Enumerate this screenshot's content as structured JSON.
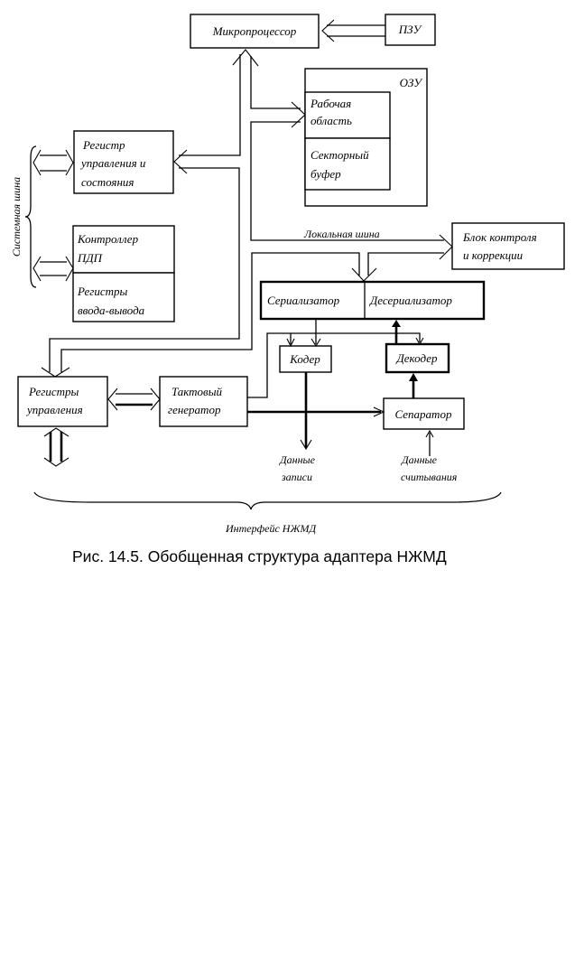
{
  "diagram": {
    "microprocessor": [
      "Микропроцессор"
    ],
    "rom": [
      "ПЗУ"
    ],
    "ram": {
      "title": "ОЗУ",
      "work_area": [
        "Рабочая",
        "область"
      ],
      "sector_buffer": [
        "Секторный",
        "буфер"
      ]
    },
    "control_status_register": [
      "Регистр",
      "управления и",
      "состояния"
    ],
    "dma_controller": [
      "Контроллер",
      "ПДП"
    ],
    "io_registers": [
      "Регистры",
      "ввода-вывода"
    ],
    "system_bus_label": "Системная шина",
    "local_bus_label": "Локальная шина",
    "ecc_block": [
      "Блок контроля",
      "и коррекции"
    ],
    "serializer": "Сериализатор",
    "deserializer": "Десериализатор",
    "encoder": "Кодер",
    "decoder": "Декодер",
    "separator": "Сепаратор",
    "control_registers": [
      "Регистры",
      "управления"
    ],
    "clock_generator": [
      "Тактовый",
      "генератор"
    ],
    "write_data": [
      "Данные",
      "записи"
    ],
    "read_data": [
      "Данные",
      "считывания"
    ],
    "interface_label": "Интерфейс НЖМД"
  },
  "caption": "Рис. 14.5. Обобщенная структура адаптера НЖМД"
}
